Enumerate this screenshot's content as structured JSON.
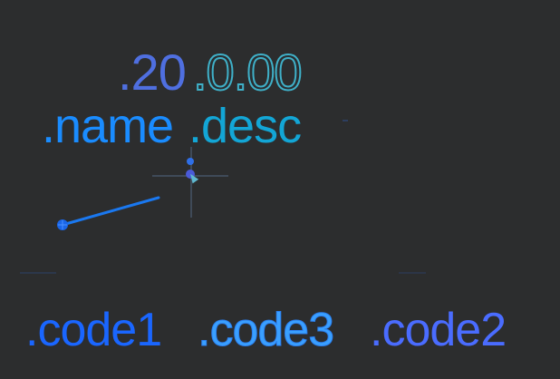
{
  "labels": {
    "top_row": [
      {
        "text": ".20",
        "color": "#4f6fe0"
      },
      {
        "text": ".0.00",
        "color": "#3fb0c8",
        "style": "outline"
      }
    ],
    "middle_row": [
      {
        "text": ".name",
        "color": "#1a8cff"
      },
      {
        "text": ".desc",
        "color": "#13a6d6"
      }
    ],
    "bottom_row": [
      {
        "text": ".code1",
        "color": "#1a66ff"
      },
      {
        "text": ".code3",
        "color": "#3aa0ff"
      },
      {
        "text": ".code2",
        "color": "#4a6cff"
      }
    ]
  },
  "canvas": {
    "background": "#2c2d2e",
    "crosshair_color": "#3f4a58",
    "connector_color": "#1a78f0"
  },
  "icons": {
    "cursor": "arrow-cursor-icon",
    "crosshair": "crosshair-icon",
    "anchor": "anchor-point-icon",
    "handle": "control-handle-icon"
  }
}
